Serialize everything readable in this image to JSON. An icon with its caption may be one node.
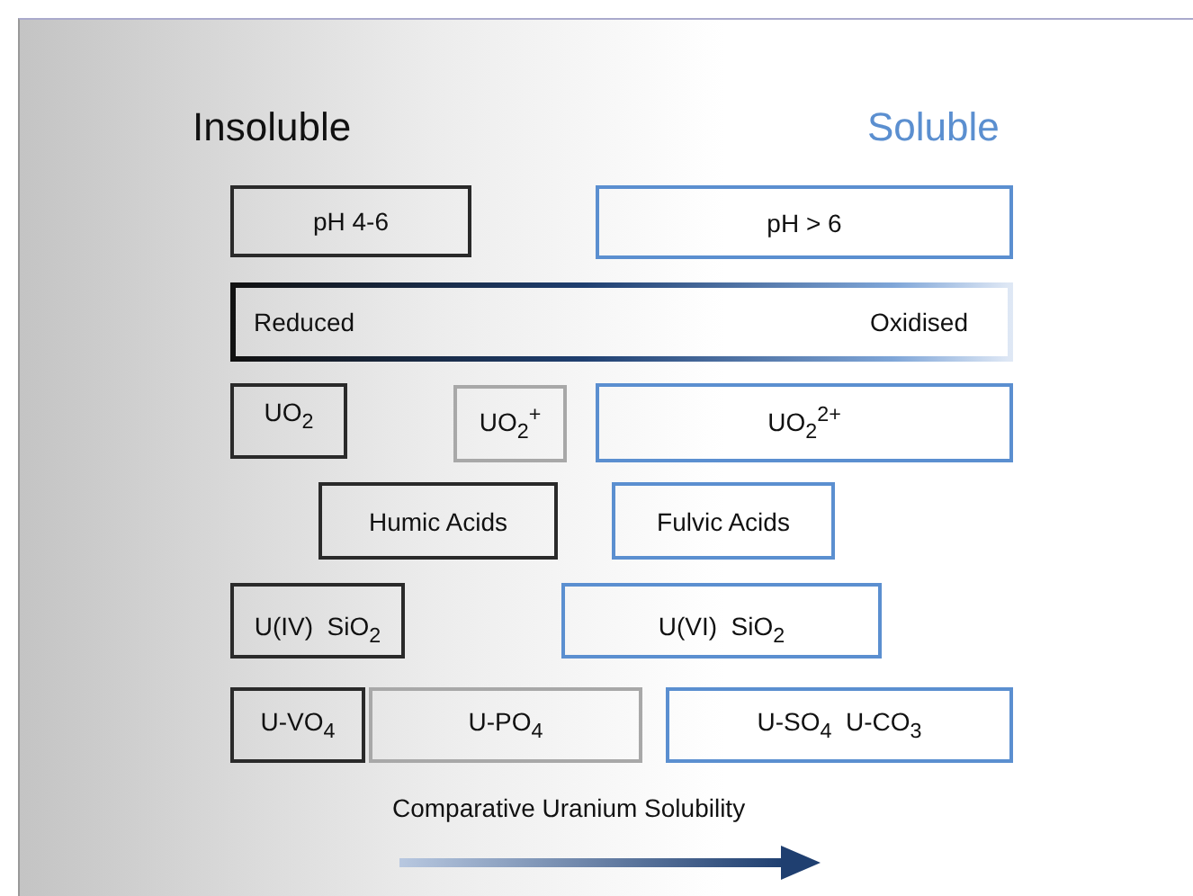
{
  "diagram": {
    "nodes": [
      {
        "text": [
          "pH 4-6"
        ]
      },
      {
        "text": [
          "pH > 6"
        ]
      },
      {
        "text": [
          "Reduced",
          "Oxidised"
        ]
      },
      {
        "text": [
          "UO$_{2}$"
        ]
      },
      {
        "text": [
          "UO$_{2}$$^{+}$"
        ]
      },
      {
        "text": [
          "UO$_{2}$$^{2+}$"
        ]
      },
      {
        "text": [
          "Humic Acids"
        ]
      },
      {
        "text": [
          "Fulvic Acids"
        ]
      },
      {
        "text": [
          "U(IV)  SiO$_{2}$"
        ]
      },
      {
        "text": [
          "U(VI)  SiO$_{2}$"
        ]
      },
      {
        "text": [
          "U-VO$_{4}$"
        ]
      },
      {
        "text": [
          "U-PO$_{4}$"
        ]
      },
      {
        "text": [
          "U-SO$_{4}$  U-CO$_{3}$"
        ]
      }
    ],
    "edges": [],
    "labels": [
      "Insoluble",
      "Soluble",
      "Comparative Uranium Solubility"
    ]
  }
}
